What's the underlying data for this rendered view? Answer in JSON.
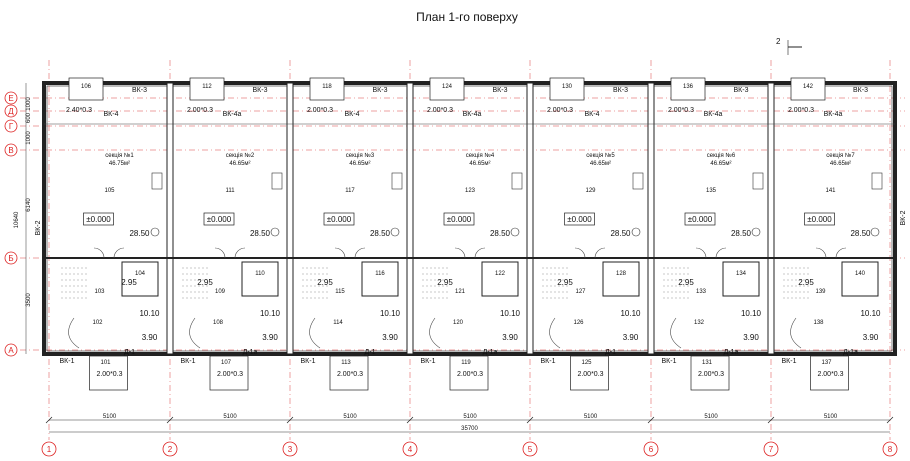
{
  "title": "План 1-го поверху",
  "section_mark": "2",
  "grid_cols": [
    "1",
    "2",
    "3",
    "4",
    "5",
    "6",
    "7",
    "8"
  ],
  "grid_rows": [
    "Е",
    "Д",
    "Г",
    "В",
    "Б",
    "А"
  ],
  "column_spacings": [
    "5100",
    "5100",
    "5100",
    "5100",
    "5100",
    "5100",
    "5100"
  ],
  "overall_width": "35700",
  "left_dims": [
    "1000",
    "600",
    "1000",
    "6140",
    "10640",
    "3500"
  ],
  "units": [
    {
      "section": "секція №1",
      "area": "46.75м²",
      "room_top": "106",
      "room_main": "105",
      "room_wc": "104",
      "room_hall": "103",
      "room_stair": "102",
      "room_porch": "101",
      "door_top": "2.40*0.3",
      "wall_top": "ВК-4",
      "door_bot": "Д-1",
      "lvl": "28.50",
      "lvl_wc": "2.95",
      "lvl_hall": "10.10",
      "lvl_low": "3.90"
    },
    {
      "section": "секція №2",
      "area": "46.65м²",
      "room_top": "112",
      "room_main": "111",
      "room_wc": "110",
      "room_hall": "109",
      "room_stair": "108",
      "room_porch": "107",
      "door_top": "2.00*0.3",
      "wall_top": "ВК-4а",
      "door_bot": "Д-1а",
      "lvl": "28.50",
      "lvl_wc": "2.95",
      "lvl_hall": "10.10",
      "lvl_low": "3.90"
    },
    {
      "section": "секція №3",
      "area": "46.65м²",
      "room_top": "118",
      "room_main": "117",
      "room_wc": "116",
      "room_hall": "115",
      "room_stair": "114",
      "room_porch": "113",
      "door_top": "2.00*0.3",
      "wall_top": "ВК-4",
      "door_bot": "Д-1",
      "lvl": "28.50",
      "lvl_wc": "2.95",
      "lvl_hall": "10.10",
      "lvl_low": "3.90"
    },
    {
      "section": "секція №4",
      "area": "46.65м²",
      "room_top": "124",
      "room_main": "123",
      "room_wc": "122",
      "room_hall": "121",
      "room_stair": "120",
      "room_porch": "119",
      "door_top": "2.00*0.3",
      "wall_top": "ВК-4а",
      "door_bot": "Д-1а",
      "lvl": "28.50",
      "lvl_wc": "2.95",
      "lvl_hall": "10.10",
      "lvl_low": "3.90"
    },
    {
      "section": "секція №5",
      "area": "46.65м²",
      "room_top": "130",
      "room_main": "129",
      "room_wc": "128",
      "room_hall": "127",
      "room_stair": "126",
      "room_porch": "125",
      "door_top": "2.00*0.3",
      "wall_top": "ВК-4",
      "door_bot": "Д-1",
      "lvl": "28.50",
      "lvl_wc": "2.95",
      "lvl_hall": "10.10",
      "lvl_low": "3.90"
    },
    {
      "section": "секція №6",
      "area": "46.65м²",
      "room_top": "136",
      "room_main": "135",
      "room_wc": "134",
      "room_hall": "133",
      "room_stair": "132",
      "room_porch": "131",
      "door_top": "2.00*0.3",
      "wall_top": "ВК-4а",
      "door_bot": "Д-1а",
      "lvl": "28.50",
      "lvl_wc": "2.95",
      "lvl_hall": "10.10",
      "lvl_low": "3.90"
    },
    {
      "section": "секція №7",
      "area": "46.65м²",
      "room_top": "142",
      "room_main": "141",
      "room_wc": "140",
      "room_hall": "139",
      "room_stair": "138",
      "room_porch": "137",
      "door_top": "2.00*0.3",
      "wall_top": "ВК-4а",
      "door_bot": "Д-1а",
      "lvl": "28.50",
      "lvl_wc": "2.95",
      "lvl_hall": "10.10",
      "lvl_low": "3.90"
    }
  ],
  "level_mark": "±0.000",
  "porch_size": "2.00*0.3",
  "wall_top_label": "ВК-3",
  "wall_bot_label": "ВК-1",
  "wall_side_label": "ВК-2"
}
